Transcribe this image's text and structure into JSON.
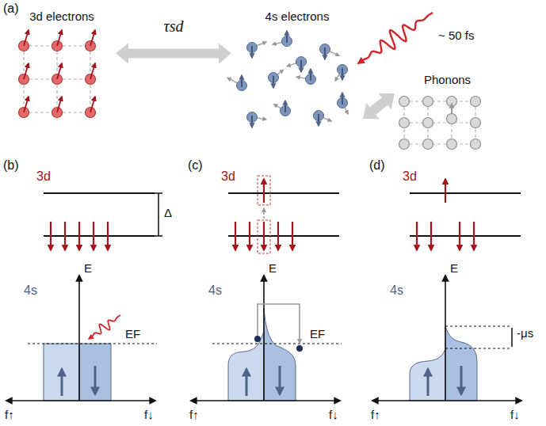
{
  "diagram": {
    "nodes": [
      {
        "text": [
          "3d electrons"
        ]
      },
      {
        "text": [
          "4s electrons"
        ]
      },
      {
        "text": [
          "Phonons"
        ]
      }
    ],
    "edges": [
      {
        "from": 0,
        "to": 1,
        "arrow": "both",
        "label": "τsd"
      },
      {
        "from": 1,
        "to": 2,
        "arrow": "both"
      }
    ],
    "labels": [
      "(a)",
      "~ 50 fs",
      "(b)",
      "3d",
      "Δ",
      "4s",
      "E",
      "EF",
      "f↑",
      "f↓",
      "(c)",
      "3d",
      "4s",
      "E",
      "EF",
      "f↑",
      "f↓",
      "(d)",
      "3d",
      "4s",
      "E",
      "f↑",
      "f↓",
      "-μs"
    ]
  }
}
